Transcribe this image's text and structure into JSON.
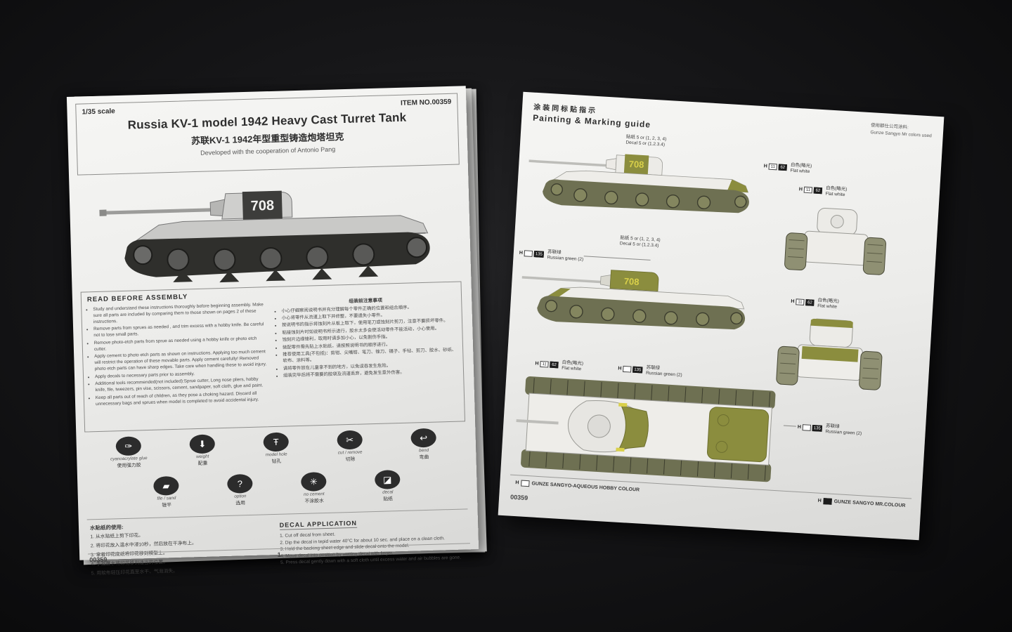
{
  "left_page": {
    "header": {
      "scale": "1/35 scale",
      "item_no": "ITEM NO.00359",
      "title": "Russia KV-1 model 1942 Heavy Cast Turret Tank",
      "title_cn": "苏联KV-1 1942年型重型铸造炮塔坦克",
      "cooperation": "Developed with the cooperation of Antonio Pang"
    },
    "tank_marking": "708",
    "read_before": {
      "title": "READ BEFORE ASSEMBLY",
      "title_cn": "组装前注意事项",
      "bullets_en": [
        "Study and understand these instructions thoroughly before beginning assembly. Make sure all parts are included by comparing them to those shown on pages 2 of these instructions.",
        "Remove parts from sprues as needed , and trim excess with a hobby knife. Be careful not to lose small parts.",
        "Remove photo-etch parts from sprue as needed using a hobby knife or photo etch cutter.",
        "Apply cement to photo etch parts as shown on instructions. Applying too much cement will restrict the operation of these movable parts. Apply cement carefully! Removed photo etch parts can have sharp edges. Take care when handling these to avoid injury.",
        "Apply decals to necessary parts prior to assembly.",
        "Additional tools recommended(not included):Sprue cutter, Long nose pliers, hobby knife, file, tweezers, pin vise, scissors, cement, sandpaper, soft cloth, glue and paint.",
        "Keep all parts out of reach of children, as they pose a choking hazard. Discard all unnecessary bags and sprues when model is completed to avoid accidental injury."
      ],
      "bullets_cn": [
        "小心仔细察阅说明书并充分理解每个零件正确的位置和组合顺序。",
        "小心将零件从流道上取下并修整，不要遗失小零件。",
        "按说明书的指示将蚀刻片从板上取下，使用笔刀或蚀刻片剪刀，注意不要损坏零件。",
        "粘接蚀刻片时如说明书所示进行，胶水太多会使活动零件不能活动，小心使用。",
        "蚀刻片边缘锋利，取用时请多加小心，以免割伤手指。",
        "装配零件需先贴上水贴纸，请按照说明书的顺序进行。",
        "推荐使用工具(不包括)：剪钳、尖嘴钳、笔刀、锉刀、镊子、手钻、剪刀、胶水、砂纸、软布、涂料等。",
        "请将零件放在儿童拿不到的地方，以免误吞发生危险。",
        "组装完毕后将不需要的胶袋及流道丢弃，避免发生意外伤害。"
      ]
    },
    "icons": [
      {
        "en": "cyanoacrylate glue",
        "cn": "使用强力胶",
        "glyph": "✑"
      },
      {
        "en": "weight",
        "cn": "配重",
        "glyph": "⬇"
      },
      {
        "en": "model hole",
        "cn": "钻孔",
        "glyph": "Ŧ"
      },
      {
        "en": "cut / remove",
        "cn": "切除",
        "glyph": "✂"
      },
      {
        "en": "bend",
        "cn": "弯曲",
        "glyph": "↩"
      },
      {
        "en": "file / sand",
        "cn": "锉平",
        "glyph": "▰"
      },
      {
        "en": "option",
        "cn": "选用",
        "glyph": "?"
      },
      {
        "en": "no cement",
        "cn": "不涂胶水",
        "glyph": "✳"
      },
      {
        "en": "decal",
        "cn": "贴纸",
        "glyph": "◪"
      }
    ],
    "decal_cn": {
      "title": "水贴纸的使用:",
      "steps": [
        "1. 从水贴纸上剪下印花。",
        "2. 将印花放入温水中浸10秒，然后放在干净布上。",
        "3. 拿着印花底纸将印花移到模型上。",
        "4. 手指蘸水将印花移到适当的位置。",
        "5. 用软布轻压印花直至水干、气泡消失。"
      ]
    },
    "decal_en": {
      "title": "DECAL  APPLICATION",
      "steps": [
        "1. Cut off decal from sheet.",
        "2. Dip the decal in tepid water 40°C for about 10 sec. and place on a clean cloth.",
        "3. Hold the backing sheet edge and slide decal onto the model.",
        "4. Move decal into position by wetting decal with finger.",
        "5. Press decal gently down with a soft cloth until excess water and air bubbles are gone."
      ]
    },
    "footer": {
      "item": "00359",
      "page": "1"
    }
  },
  "right_page": {
    "header": {
      "title_cn": "涂装同标贴指示",
      "title_en": "Painting  &  Marking  guide",
      "note_cn": "使用郡仕公司涂料:",
      "note_en": "Gunze Sangyo Mr colors used"
    },
    "decal_note": {
      "cn": "贴纸 5 or (1, 2, 3, 4)",
      "en": "Decal 5 or (1.2.3.4)"
    },
    "turret_number": "708",
    "callouts": {
      "flat_white": {
        "prefix": "H",
        "aqueous": "11",
        "mr_color": "62",
        "cn": "白色(略光)",
        "en": "Flat white"
      },
      "russian_green": {
        "prefix": "H",
        "aqueous": "",
        "mr_color": "135",
        "cn": "苏联绿",
        "en": "Russian green (2)"
      }
    },
    "legend": {
      "h": "H",
      "aqueous": "GUNZE SANGYO-AQUEOUS HOBBY COLOUR",
      "mr": "GUNZE SANGYO MR.COLOUR"
    },
    "footer_item": "00359"
  },
  "colors": {
    "background": "#0a0a0b",
    "paper": "#efefec",
    "russian_green": "#8b8d3e",
    "decal_yellow": "#d9d04a",
    "track_dark": "#2f2f2c"
  }
}
